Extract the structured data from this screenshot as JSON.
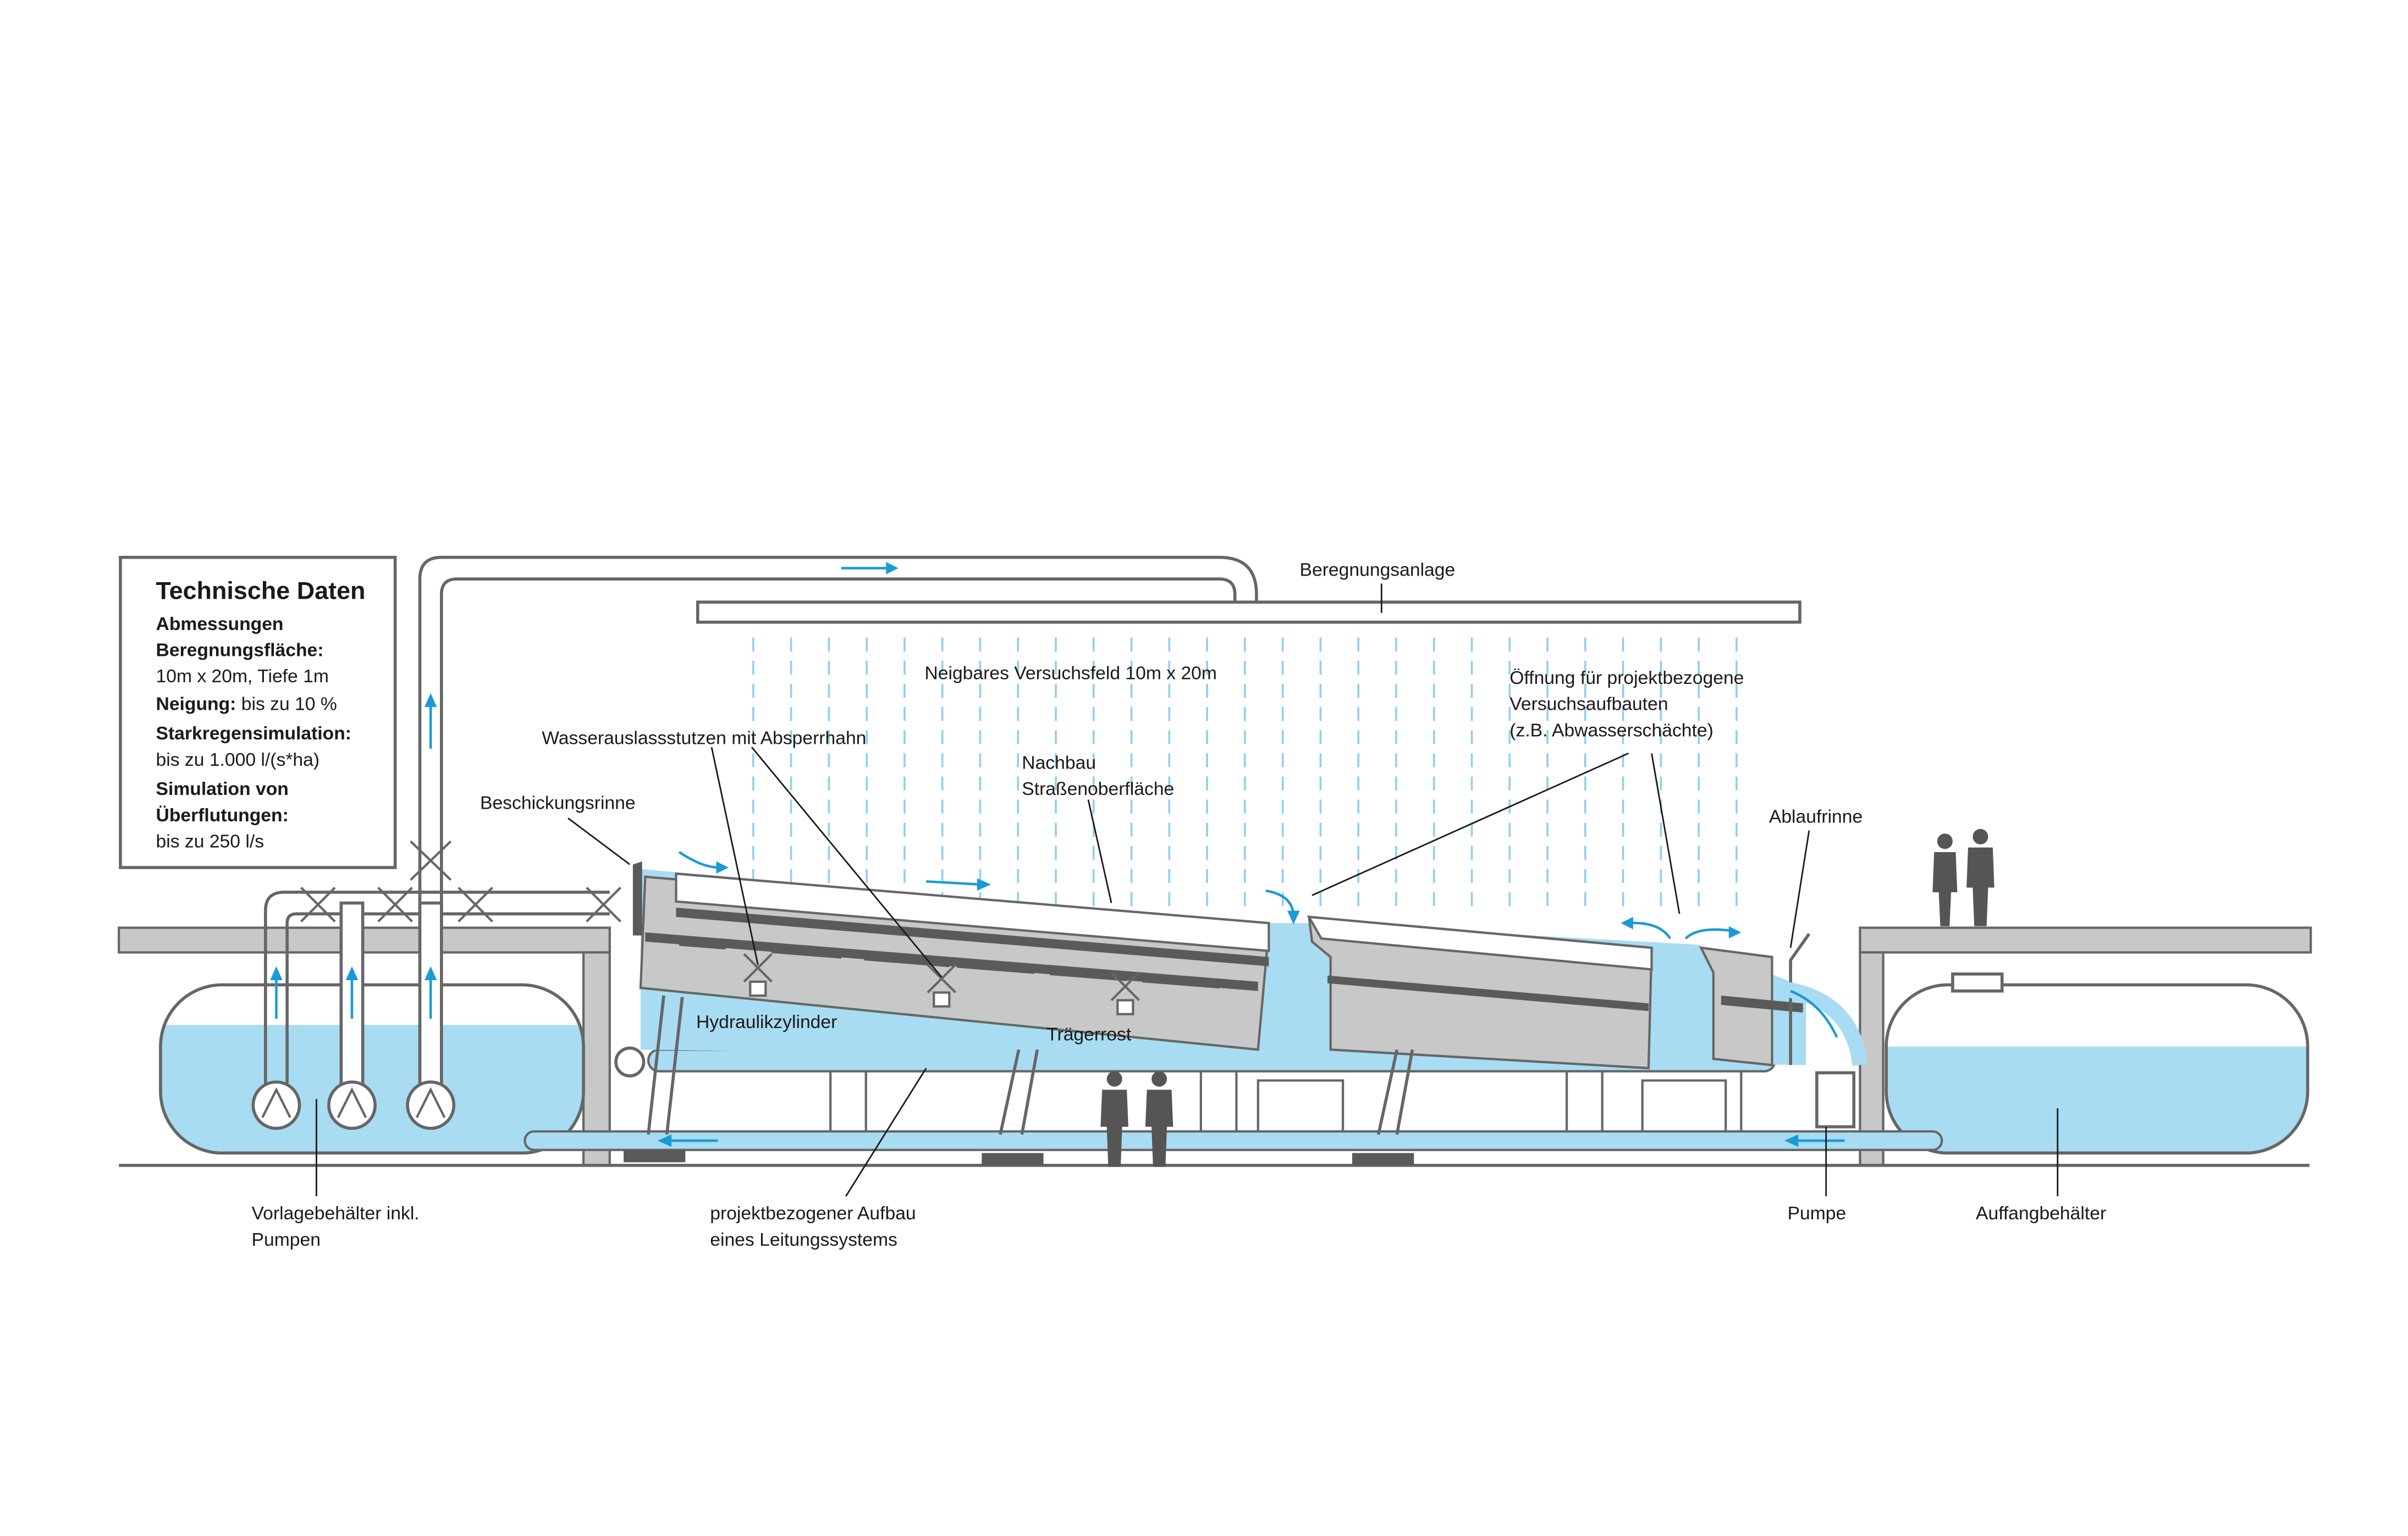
{
  "tech_box": {
    "title": "Technische Daten",
    "lines": [
      {
        "bold": "Abmessungen",
        "normal": ""
      },
      {
        "bold": "Beregnungsfläche:",
        "normal": ""
      },
      {
        "bold": "",
        "normal": "10m x 20m, Tiefe 1m"
      },
      {
        "bold": "Neigung:",
        "normal": " bis zu 10 %"
      },
      {
        "bold": "Starkregensimulation:",
        "normal": ""
      },
      {
        "bold": "",
        "normal": "bis zu 1.000 l/(s*ha)"
      },
      {
        "bold": "Simulation von",
        "normal": ""
      },
      {
        "bold": "Überflutungen:",
        "normal": ""
      },
      {
        "bold": "",
        "normal": "bis zu 250 l/s"
      }
    ]
  },
  "labels": {
    "beregnungsanlage": "Beregnungsanlage",
    "versuchsfeld": "Neigbares Versuchsfeld 10m x 20m",
    "oeffnung_1": "Öffnung für projektbezogene",
    "oeffnung_2": "Versuchsaufbauten",
    "oeffnung_3": "(z.B. Abwasserschächte)",
    "wasserauslass": "Wasserauslassstutzen mit Absperrhahn",
    "nachbau_1": "Nachbau",
    "nachbau_2": "Straßenoberfläche",
    "beschickungsrinne": "Beschickungsrinne",
    "ablaufrinne": "Ablaufrinne",
    "hydraulikzylinder": "Hydraulikzylinder",
    "traegerrost": "Trägerrost",
    "vorlage_1": "Vorlagebehälter inkl.",
    "vorlage_2": "Pumpen",
    "leitung_1": "projektbezogener Aufbau",
    "leitung_2": "eines Leitungssystems",
    "pumpe": "Pumpe",
    "auffang": "Auffangbehälter"
  },
  "colors": {
    "water": "#a8dcf2",
    "arrow": "#1a9ad6",
    "structure": "#666666"
  }
}
